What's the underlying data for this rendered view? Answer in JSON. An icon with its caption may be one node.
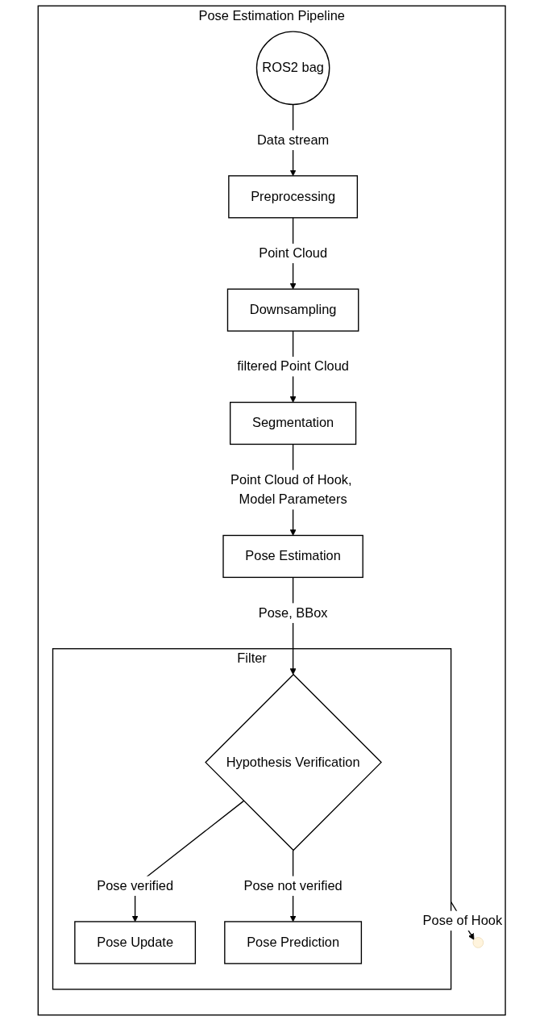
{
  "diagram": {
    "nodes": [
      {
        "text": [
          "Pose Estimation Pipeline"
        ]
      },
      {
        "text": [
          "ROS2 bag"
        ],
        "in": 0
      },
      {
        "text": [
          "Preprocessing"
        ],
        "in": 0
      },
      {
        "text": [
          "Downsampling"
        ],
        "in": 0
      },
      {
        "text": [
          "Segmentation"
        ],
        "in": 0
      },
      {
        "text": [
          "Pose Estimation"
        ],
        "in": 0
      },
      {
        "text": [
          "Filter"
        ],
        "in": 0
      },
      {
        "text": [
          "Hypothesis Verification"
        ],
        "in": 6
      },
      {
        "text": [
          "Pose Update"
        ],
        "in": 6
      },
      {
        "text": [
          "Pose Prediction"
        ],
        "in": 6
      },
      {
        "text": [],
        "shape": "circle",
        "in": 0
      }
    ],
    "edges": [
      {
        "from": 1,
        "to": 2,
        "arrow": "to",
        "label": "Data stream"
      },
      {
        "from": 2,
        "to": 3,
        "arrow": "to",
        "label": "Point Cloud"
      },
      {
        "from": 3,
        "to": 4,
        "arrow": "to",
        "label": "filtered Point Cloud"
      },
      {
        "from": 4,
        "to": 5,
        "arrow": "to",
        "label": "Point Cloud of Hook, Model Parameters"
      },
      {
        "from": 5,
        "to": 7,
        "arrow": "to",
        "label": "Pose, BBox"
      },
      {
        "from": 7,
        "to": 8,
        "arrow": "to",
        "label": "Pose verified"
      },
      {
        "from": 7,
        "to": 9,
        "arrow": "to",
        "label": "Pose not verified"
      },
      {
        "from": 6,
        "to": 10,
        "arrow": "to",
        "label": "Pose of Hook"
      }
    ]
  }
}
